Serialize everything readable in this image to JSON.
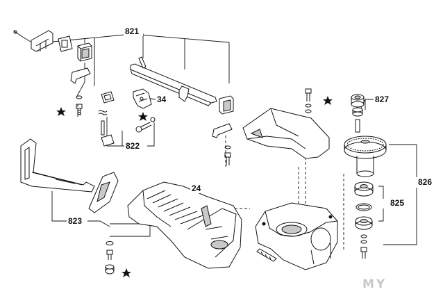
{
  "callouts": {
    "c821": "821",
    "c34": "34",
    "c822": "822",
    "c24": "24",
    "c823": "823",
    "c827": "827",
    "c826": "826",
    "c825": "825"
  },
  "watermark": "MY",
  "marker_icon": "star-icon",
  "colors": {
    "ink": "#111111",
    "fill": "#ffffff",
    "shade": "#c9c9c9",
    "watermark": "#c8c8c8"
  }
}
